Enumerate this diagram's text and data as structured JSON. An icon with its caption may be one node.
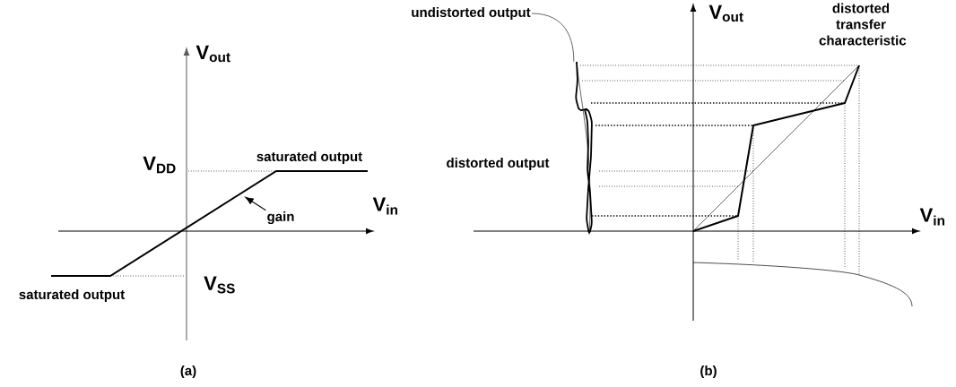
{
  "diagram": {
    "nodes": [
      {
        "text": [
          "gain"
        ]
      },
      {
        "text": [
          "undistorted output"
        ]
      },
      {
        "text": [],
        "shape": "wave"
      }
    ],
    "edges": [
      {
        "from": 0,
        "to": null,
        "arrow": "to"
      },
      {
        "from": 1,
        "to": 2,
        "arrow": "none"
      }
    ],
    "labels": [
      "V$_{out}$",
      "V$_{DD}$",
      "saturated output",
      "V$_{in}$",
      "V$_{SS}$",
      "saturated output",
      "(a)",
      "V$_{out}$",
      "distorted transfer characteristic",
      "distorted output",
      "V$_{in}$",
      "(b)"
    ]
  }
}
